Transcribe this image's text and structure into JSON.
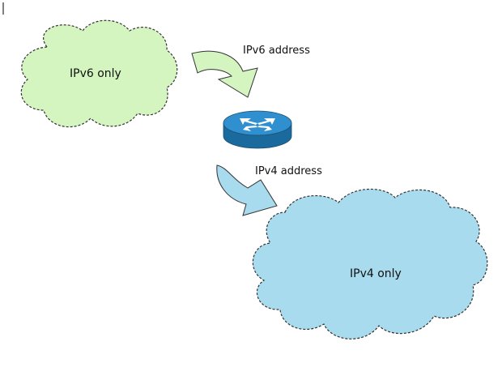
{
  "diagram": {
    "ipv6_cloud_label": "IPv6 only",
    "ipv4_cloud_label": "IPv4 only",
    "ipv6_arrow_label": "IPv6 address",
    "ipv4_arrow_label": "IPv4 address"
  },
  "colors": {
    "ipv6_cloud_fill": "#d4f5bf",
    "ipv6_arrow_fill": "#d4f5bf",
    "ipv4_cloud_fill": "#a7dbed",
    "ipv4_arrow_fill": "#a7dbed",
    "router_top": "#2f8fcf",
    "router_side": "#1b6a9e",
    "router_arrows": "#ffffff",
    "outline": "#333333"
  },
  "icons": {
    "router": "router-icon"
  }
}
